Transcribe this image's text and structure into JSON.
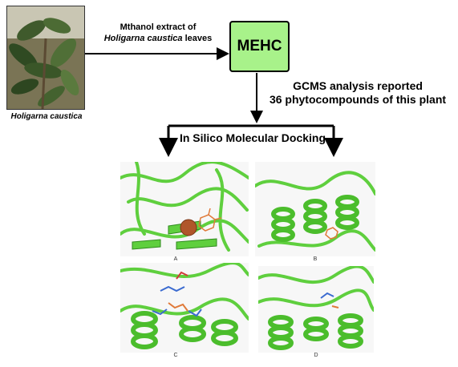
{
  "photo_caption": "Holigarna caustica",
  "extract_label": {
    "line1": "Mthanol extract of",
    "line2_italic": "Holigarna caustica",
    "line2_rest": " leaves"
  },
  "mehc_label": "MEHC",
  "gcms_label": {
    "line1": "GCMS analysis reported",
    "line2": "36 phytocompounds of this plant"
  },
  "docking_label": "In Silico Molecular Docking",
  "panels": [
    {
      "label": "A"
    },
    {
      "label": "B"
    },
    {
      "label": "C"
    },
    {
      "label": "D"
    }
  ],
  "colors": {
    "protein": "#5fcf3e",
    "protein_dark": "#2f8a1d",
    "mehc_fill": "#a8f28a",
    "ligand_orange": "#e07a3a",
    "metal": "#b0562a"
  }
}
